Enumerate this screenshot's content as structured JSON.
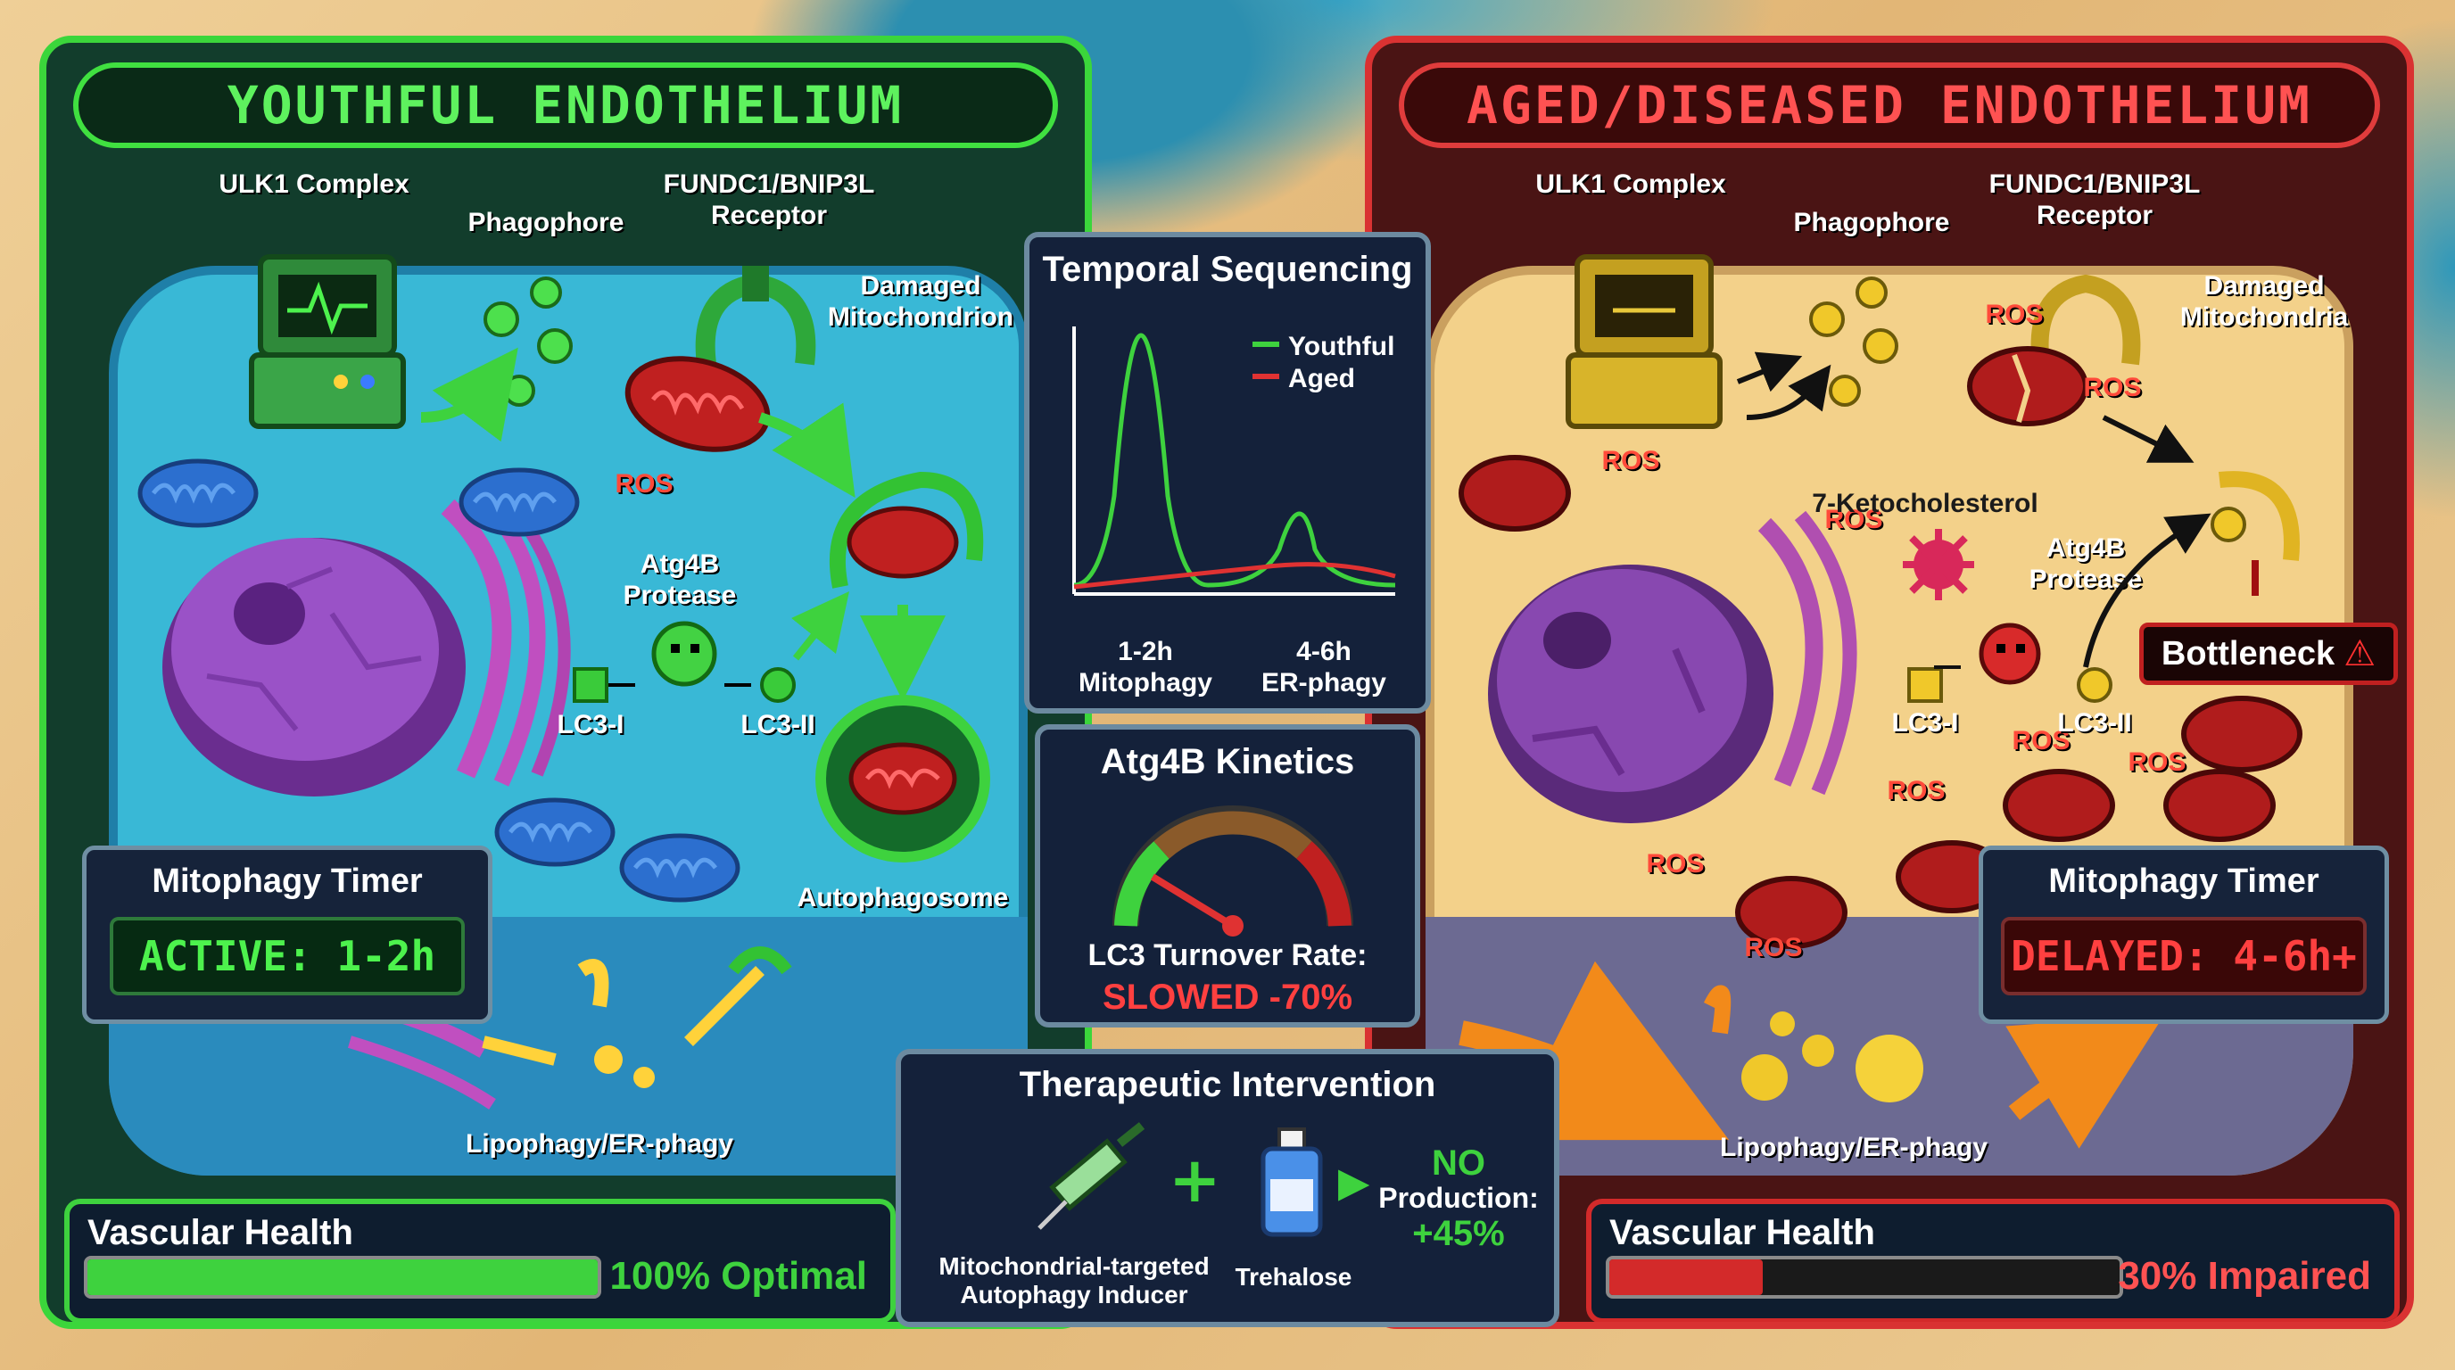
{
  "youthful": {
    "title": "YOUTHFUL ENDOTHELIUM",
    "labels": {
      "ulk1": "ULK1 Complex",
      "phagophore": "Phagophore",
      "receptor": "FUNDC1/BNIP3L Receptor",
      "damaged": "Damaged Mitochondrion",
      "ros": "ROS",
      "atg4b": "Atg4B Protease",
      "lc3i": "LC3-I",
      "lc3ii": "LC3-II",
      "autophagosome": "Autophagosome",
      "lipophagy": "Lipophagy/ER-phagy"
    },
    "timer": {
      "title": "Mitophagy Timer",
      "value": "ACTIVE: 1-2h"
    },
    "health": {
      "title": "Vascular Health",
      "value": "100% Optimal",
      "fraction": 1.0,
      "color": "#3ed23e"
    }
  },
  "aged": {
    "title": "AGED/DISEASED ENDOTHELIUM",
    "labels": {
      "ulk1": "ULK1 Complex",
      "phagophore": "Phagophore",
      "receptor": "FUNDC1/BNIP3L Receptor",
      "damaged": "Damaged Mitochondria",
      "ros": "ROS",
      "keto": "7-Ketocholesterol",
      "atg4b": "Atg4B Protease",
      "lc3i": "LC3-I",
      "lc3ii": "LC3-II",
      "bottleneck": "Bottleneck",
      "lipophagy": "Lipophagy/ER-phagy"
    },
    "timer": {
      "title": "Mitophagy Timer",
      "value": "DELAYED: 4-6h+"
    },
    "health": {
      "title": "Vascular Health",
      "value": "30% Impaired",
      "fraction": 0.3,
      "color": "#d32a2a"
    }
  },
  "temporal": {
    "title": "Temporal Sequencing",
    "legend": [
      "Youthful",
      "Aged"
    ],
    "ticks": [
      {
        "line1": "1-2h",
        "line2": "Mitophagy"
      },
      {
        "line1": "4-6h",
        "line2": "ER-phagy"
      }
    ]
  },
  "kinetics": {
    "title": "Atg4B Kinetics",
    "rate_label": "LC3 Turnover Rate:",
    "rate_value": "SLOWED -70%"
  },
  "therapy": {
    "title": "Therapeutic Intervention",
    "item1": "Mitochondrial-targeted Autophagy Inducer",
    "item2": "Trehalose",
    "result_line1": "NO",
    "result_line2": "Production:",
    "result_line3": "+45%"
  },
  "colors": {
    "youthful": "#3ed23e",
    "aged": "#e03232",
    "ros": "#ff3b30"
  }
}
